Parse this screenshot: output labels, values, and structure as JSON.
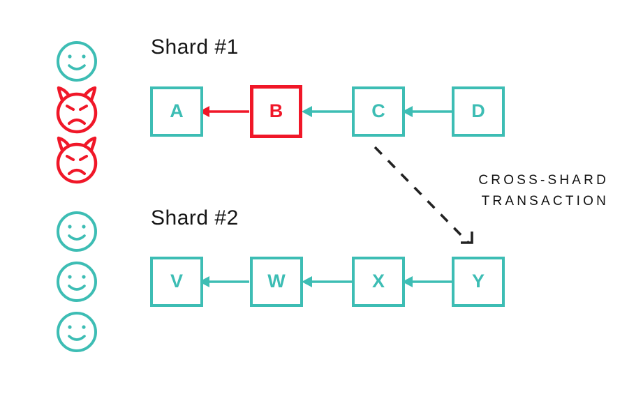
{
  "diagram": {
    "background_color": "#ffffff",
    "colors": {
      "teal": "#3dbdb4",
      "red": "#f01728",
      "text": "#151515",
      "dashed_arrow": "#222222"
    },
    "shards": [
      {
        "title": "Shard #1",
        "nodes": [
          {
            "label": "A",
            "color": "teal"
          },
          {
            "label": "B",
            "color": "red"
          },
          {
            "label": "C",
            "color": "teal"
          },
          {
            "label": "D",
            "color": "teal"
          }
        ],
        "arrows": [
          {
            "from": "B",
            "to": "A",
            "color": "red"
          },
          {
            "from": "C",
            "to": "B",
            "color": "teal"
          },
          {
            "from": "D",
            "to": "C",
            "color": "teal"
          }
        ],
        "participants": [
          {
            "type": "happy-face",
            "color": "teal"
          },
          {
            "type": "devil-face",
            "color": "red"
          },
          {
            "type": "devil-face",
            "color": "red"
          }
        ]
      },
      {
        "title": "Shard #2",
        "nodes": [
          {
            "label": "V",
            "color": "teal"
          },
          {
            "label": "W",
            "color": "teal"
          },
          {
            "label": "X",
            "color": "teal"
          },
          {
            "label": "Y",
            "color": "teal"
          }
        ],
        "arrows": [
          {
            "from": "W",
            "to": "V",
            "color": "teal"
          },
          {
            "from": "X",
            "to": "W",
            "color": "teal"
          },
          {
            "from": "Y",
            "to": "X",
            "color": "teal"
          }
        ],
        "participants": [
          {
            "type": "happy-face",
            "color": "teal"
          },
          {
            "type": "happy-face",
            "color": "teal"
          },
          {
            "type": "happy-face",
            "color": "teal"
          }
        ]
      }
    ],
    "cross_shard": {
      "line1": "CROSS-SHARD",
      "line2": "TRANSACTION",
      "from": "C",
      "to": "Y",
      "style": "dashed"
    }
  }
}
